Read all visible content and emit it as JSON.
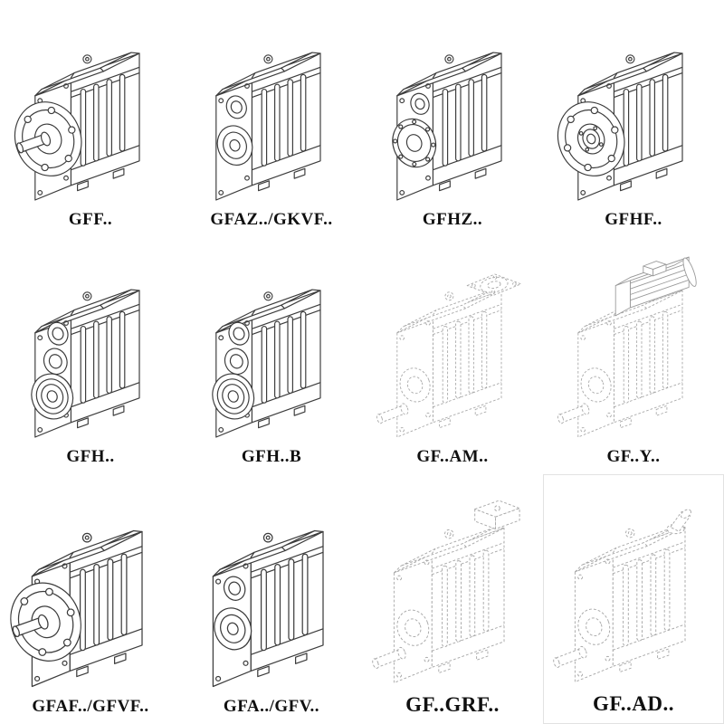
{
  "page": {
    "background": "#ffffff",
    "colors": {
      "solid_line": "#3c3c3c",
      "dashed_line": "#a9a9a9",
      "label_text": "#101010"
    }
  },
  "catalog": {
    "items": [
      {
        "label": "GFF..",
        "variant": "output-flange-with-solid-shaft",
        "line_style": "solid"
      },
      {
        "label": "GFAZ../GKVF..",
        "variant": "hollow-output-shaft",
        "line_style": "solid"
      },
      {
        "label": "GFHZ..",
        "variant": "hollow-shaft-shrink-disc",
        "line_style": "solid"
      },
      {
        "label": "GFHF..",
        "variant": "hollow-shaft-output-flange",
        "line_style": "solid"
      },
      {
        "label": "GFH..",
        "variant": "shaft-mounted-bearing-side",
        "line_style": "solid"
      },
      {
        "label": "GFH..B",
        "variant": "shaft-mounted-with-backstop",
        "line_style": "solid"
      },
      {
        "label": "GF..AM..",
        "variant": "iec-motor-adapter-flange",
        "line_style": "dashed"
      },
      {
        "label": "GF..Y..",
        "variant": "with-mounted-motor",
        "line_style": "dashed"
      },
      {
        "label": "GFAF../GFVF..",
        "variant": "output-flange-with-solid-shaft",
        "line_style": "solid"
      },
      {
        "label": "GFA../GFV..",
        "variant": "hollow-output-shaft",
        "line_style": "solid"
      },
      {
        "label": "GF..GRF..",
        "variant": "top-mounting-box",
        "line_style": "dashed"
      },
      {
        "label": "GF..AD..",
        "variant": "input-shaft-adapter",
        "line_style": "dashed"
      }
    ]
  }
}
